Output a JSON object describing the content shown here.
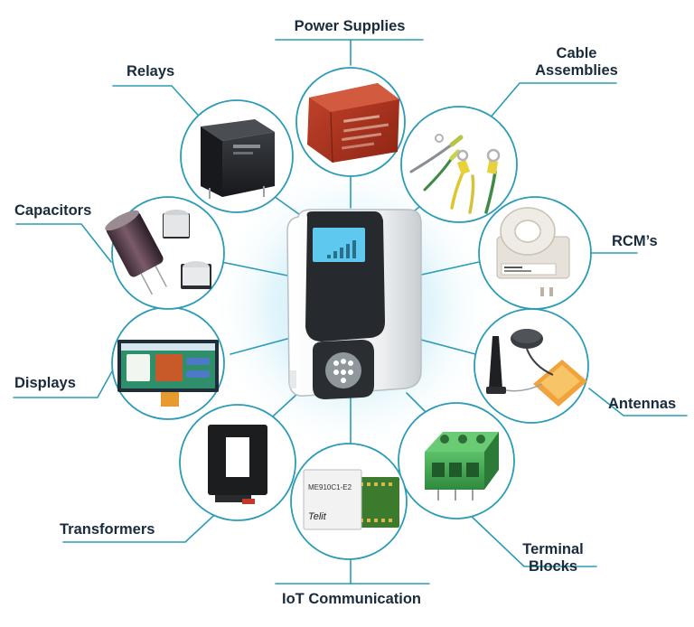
{
  "colors": {
    "line": "#2b9bb6",
    "circle_border": "#2b9bb6",
    "label_text": "#1a2b3c",
    "glow": "#bfe9f5",
    "charger_body": "#f2f3f5",
    "charger_dark": "#2a2e33",
    "screen": "#58c7ee"
  },
  "components": {
    "power_supplies": {
      "label": "Power Supplies",
      "icon": "power-supply-icon"
    },
    "cable_assemblies": {
      "label_line1": "Cable",
      "label_line2": "Assemblies",
      "icon": "cable-assembly-icon"
    },
    "rcms": {
      "label": "RCM’s",
      "icon": "rcm-icon"
    },
    "antennas": {
      "label": "Antennas",
      "icon": "antenna-icon"
    },
    "terminal_blocks": {
      "label_line1": "Terminal",
      "label_line2": "Blocks",
      "icon": "terminal-block-icon"
    },
    "iot_communication": {
      "label": "IoT Communication",
      "icon": "iot-module-icon",
      "module_text": "ME910C1-E2",
      "brand_text": "Telit"
    },
    "transformers": {
      "label": "Transformers",
      "icon": "transformer-icon"
    },
    "displays": {
      "label": "Displays",
      "icon": "display-icon"
    },
    "capacitors": {
      "label": "Capacitors",
      "icon": "capacitor-icon"
    },
    "relays": {
      "label": "Relays",
      "icon": "relay-icon"
    }
  },
  "center": {
    "icon": "ev-charger-icon"
  }
}
